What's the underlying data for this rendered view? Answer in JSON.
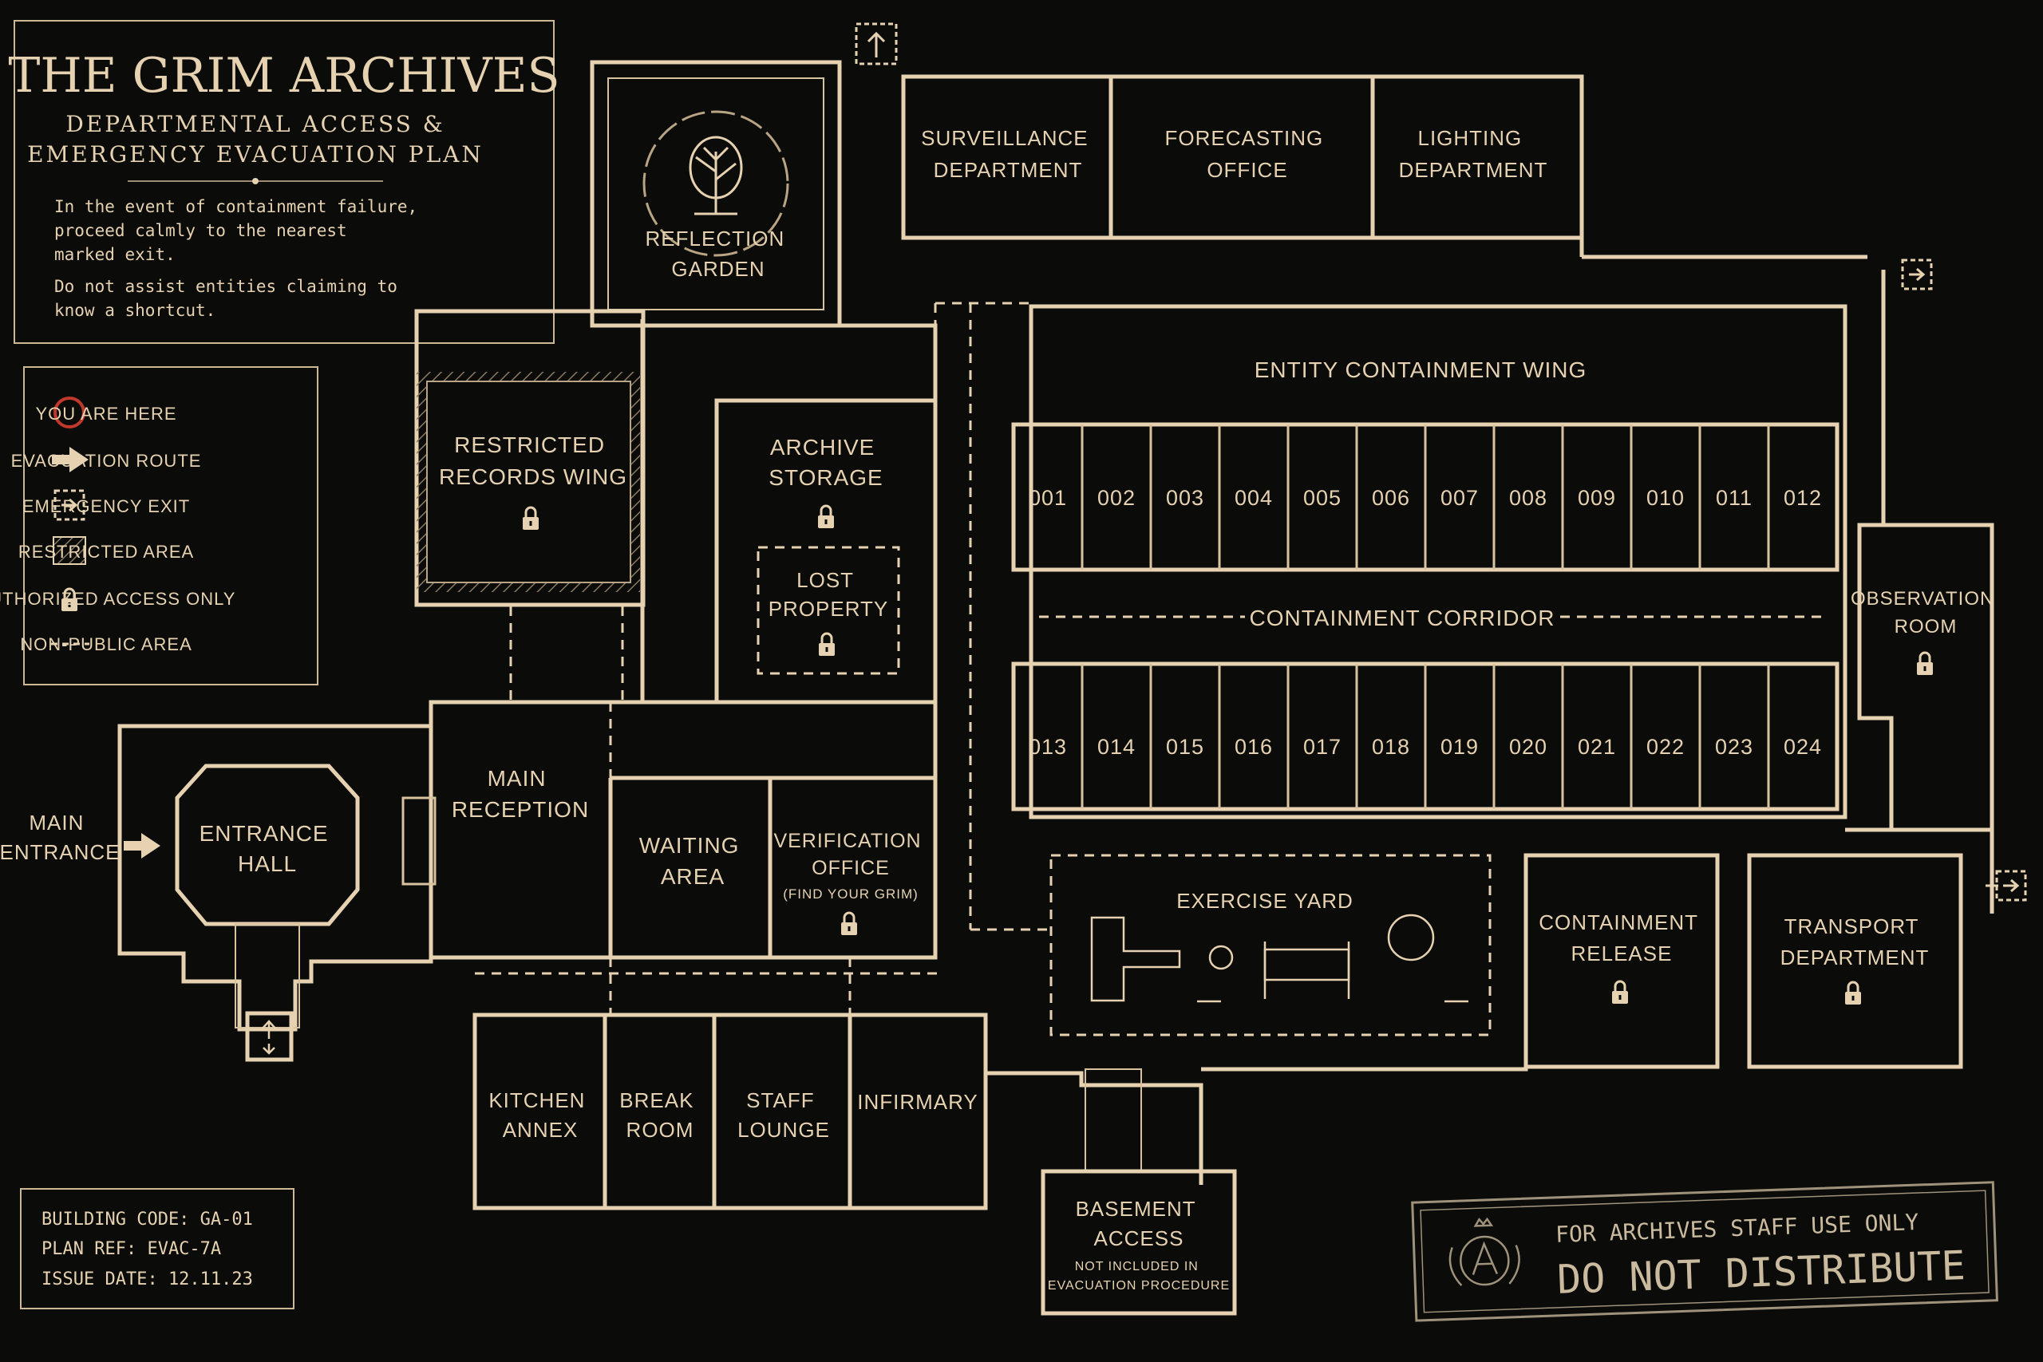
{
  "title": {
    "main": "THE GRIM ARCHIVES",
    "sub1": "DEPARTMENTAL ACCESS &",
    "sub2": "EMERGENCY EVACUATION PLAN",
    "note1": [
      "In the event of containment failure,",
      "proceed calmly to the nearest",
      "marked exit."
    ],
    "note2": [
      "Do not assist entities claiming to",
      "know a shortcut."
    ]
  },
  "legend": [
    {
      "icon": "you-are-here-icon",
      "label": "YOU ARE HERE"
    },
    {
      "icon": "evacuation-arrow-icon",
      "label": "EVACUATION ROUTE"
    },
    {
      "icon": "emergency-exit-icon",
      "label": "EMERGENCY EXIT"
    },
    {
      "icon": "restricted-hatch-icon",
      "label": "RESTRICTED AREA"
    },
    {
      "icon": "lock-icon",
      "label": "AUTHORIZED ACCESS ONLY"
    },
    {
      "icon": "dashed-line-icon",
      "label": "NON-PUBLIC AREA"
    }
  ],
  "rooms": {
    "reflection_garden": [
      "REFLECTION",
      "GARDEN"
    ],
    "surveillance": [
      "SURVEILLANCE",
      "DEPARTMENT"
    ],
    "forecasting": [
      "FORECASTING",
      "OFFICE"
    ],
    "lighting": [
      "LIGHTING",
      "DEPARTMENT"
    ],
    "entity_wing": "ENTITY CONTAINMENT WING",
    "restricted_records": [
      "RESTRICTED",
      "RECORDS WING"
    ],
    "archive_storage": [
      "ARCHIVE",
      "STORAGE"
    ],
    "lost_property": [
      "LOST",
      "PROPERTY"
    ],
    "containment_corridor": "CONTAINMENT CORRIDOR",
    "observation_room": [
      "OBSERVATION",
      "ROOM"
    ],
    "main_entrance": [
      "MAIN",
      "ENTRANCE"
    ],
    "entrance_hall": [
      "ENTRANCE",
      "HALL"
    ],
    "main_reception": [
      "MAIN",
      "RECEPTION"
    ],
    "waiting_area": [
      "WAITING",
      "AREA"
    ],
    "verification_office": [
      "VERIFICATION",
      "OFFICE",
      "(FIND YOUR GRIM)"
    ],
    "exercise_yard": "EXERCISE YARD",
    "containment_release": [
      "CONTAINMENT",
      "RELEASE"
    ],
    "transport": [
      "TRANSPORT",
      "DEPARTMENT"
    ],
    "kitchen_annex": [
      "KITCHEN",
      "ANNEX"
    ],
    "break_room": [
      "BREAK",
      "ROOM"
    ],
    "staff_lounge": [
      "STAFF",
      "LOUNGE"
    ],
    "infirmary": "INFIRMARY",
    "basement": [
      "BASEMENT",
      "ACCESS",
      "NOT INCLUDED IN",
      "EVACUATION PROCEDURE"
    ]
  },
  "cells_top": [
    "001",
    "002",
    "003",
    "004",
    "005",
    "006",
    "007",
    "008",
    "009",
    "010",
    "011",
    "012"
  ],
  "cells_bottom": [
    "013",
    "014",
    "015",
    "016",
    "017",
    "018",
    "019",
    "020",
    "021",
    "022",
    "023",
    "024"
  ],
  "building_info": {
    "code": "BUILDING CODE: GA-01",
    "plan_ref": "PLAN REF: EVAC-7A",
    "issue_date": "ISSUE DATE: 12.11.23"
  },
  "stamp": {
    "line1": "FOR ARCHIVES STAFF USE ONLY",
    "line2": "DO NOT DISTRIBUTE"
  },
  "colors": {
    "ink": "#e6d2b0",
    "background": "#0b0b0a",
    "you_are_here": "#c0392b"
  }
}
